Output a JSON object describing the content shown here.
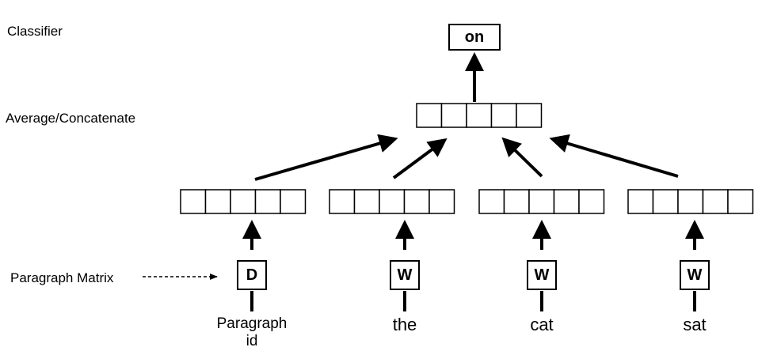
{
  "labels": {
    "classifier": "Classifier",
    "average": "Average/Concatenate",
    "paragraph_matrix": "Paragraph Matrix"
  },
  "output": {
    "label": "on"
  },
  "columns": [
    {
      "matrix": "D",
      "word_line1": "Paragraph",
      "word_line2": "id"
    },
    {
      "matrix": "W",
      "word_line1": "the",
      "word_line2": ""
    },
    {
      "matrix": "W",
      "word_line1": "cat",
      "word_line2": ""
    },
    {
      "matrix": "W",
      "word_line1": "sat",
      "word_line2": ""
    }
  ],
  "vector_cells": 5
}
